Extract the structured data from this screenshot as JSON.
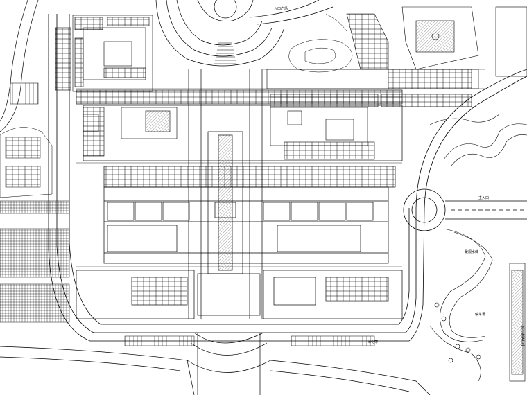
{
  "drawing": {
    "kind": "site master plan (CAD line drawing)",
    "stroke_color": "#000000",
    "background_color": "#ffffff"
  },
  "annotations": {
    "north_plaza_label": "入口广场",
    "east_label_1": "景观水体",
    "east_label_2": "停车场",
    "east_road_label": "主入口",
    "east_vertical_label": "城市道路红线",
    "south_label": "绿化带"
  }
}
